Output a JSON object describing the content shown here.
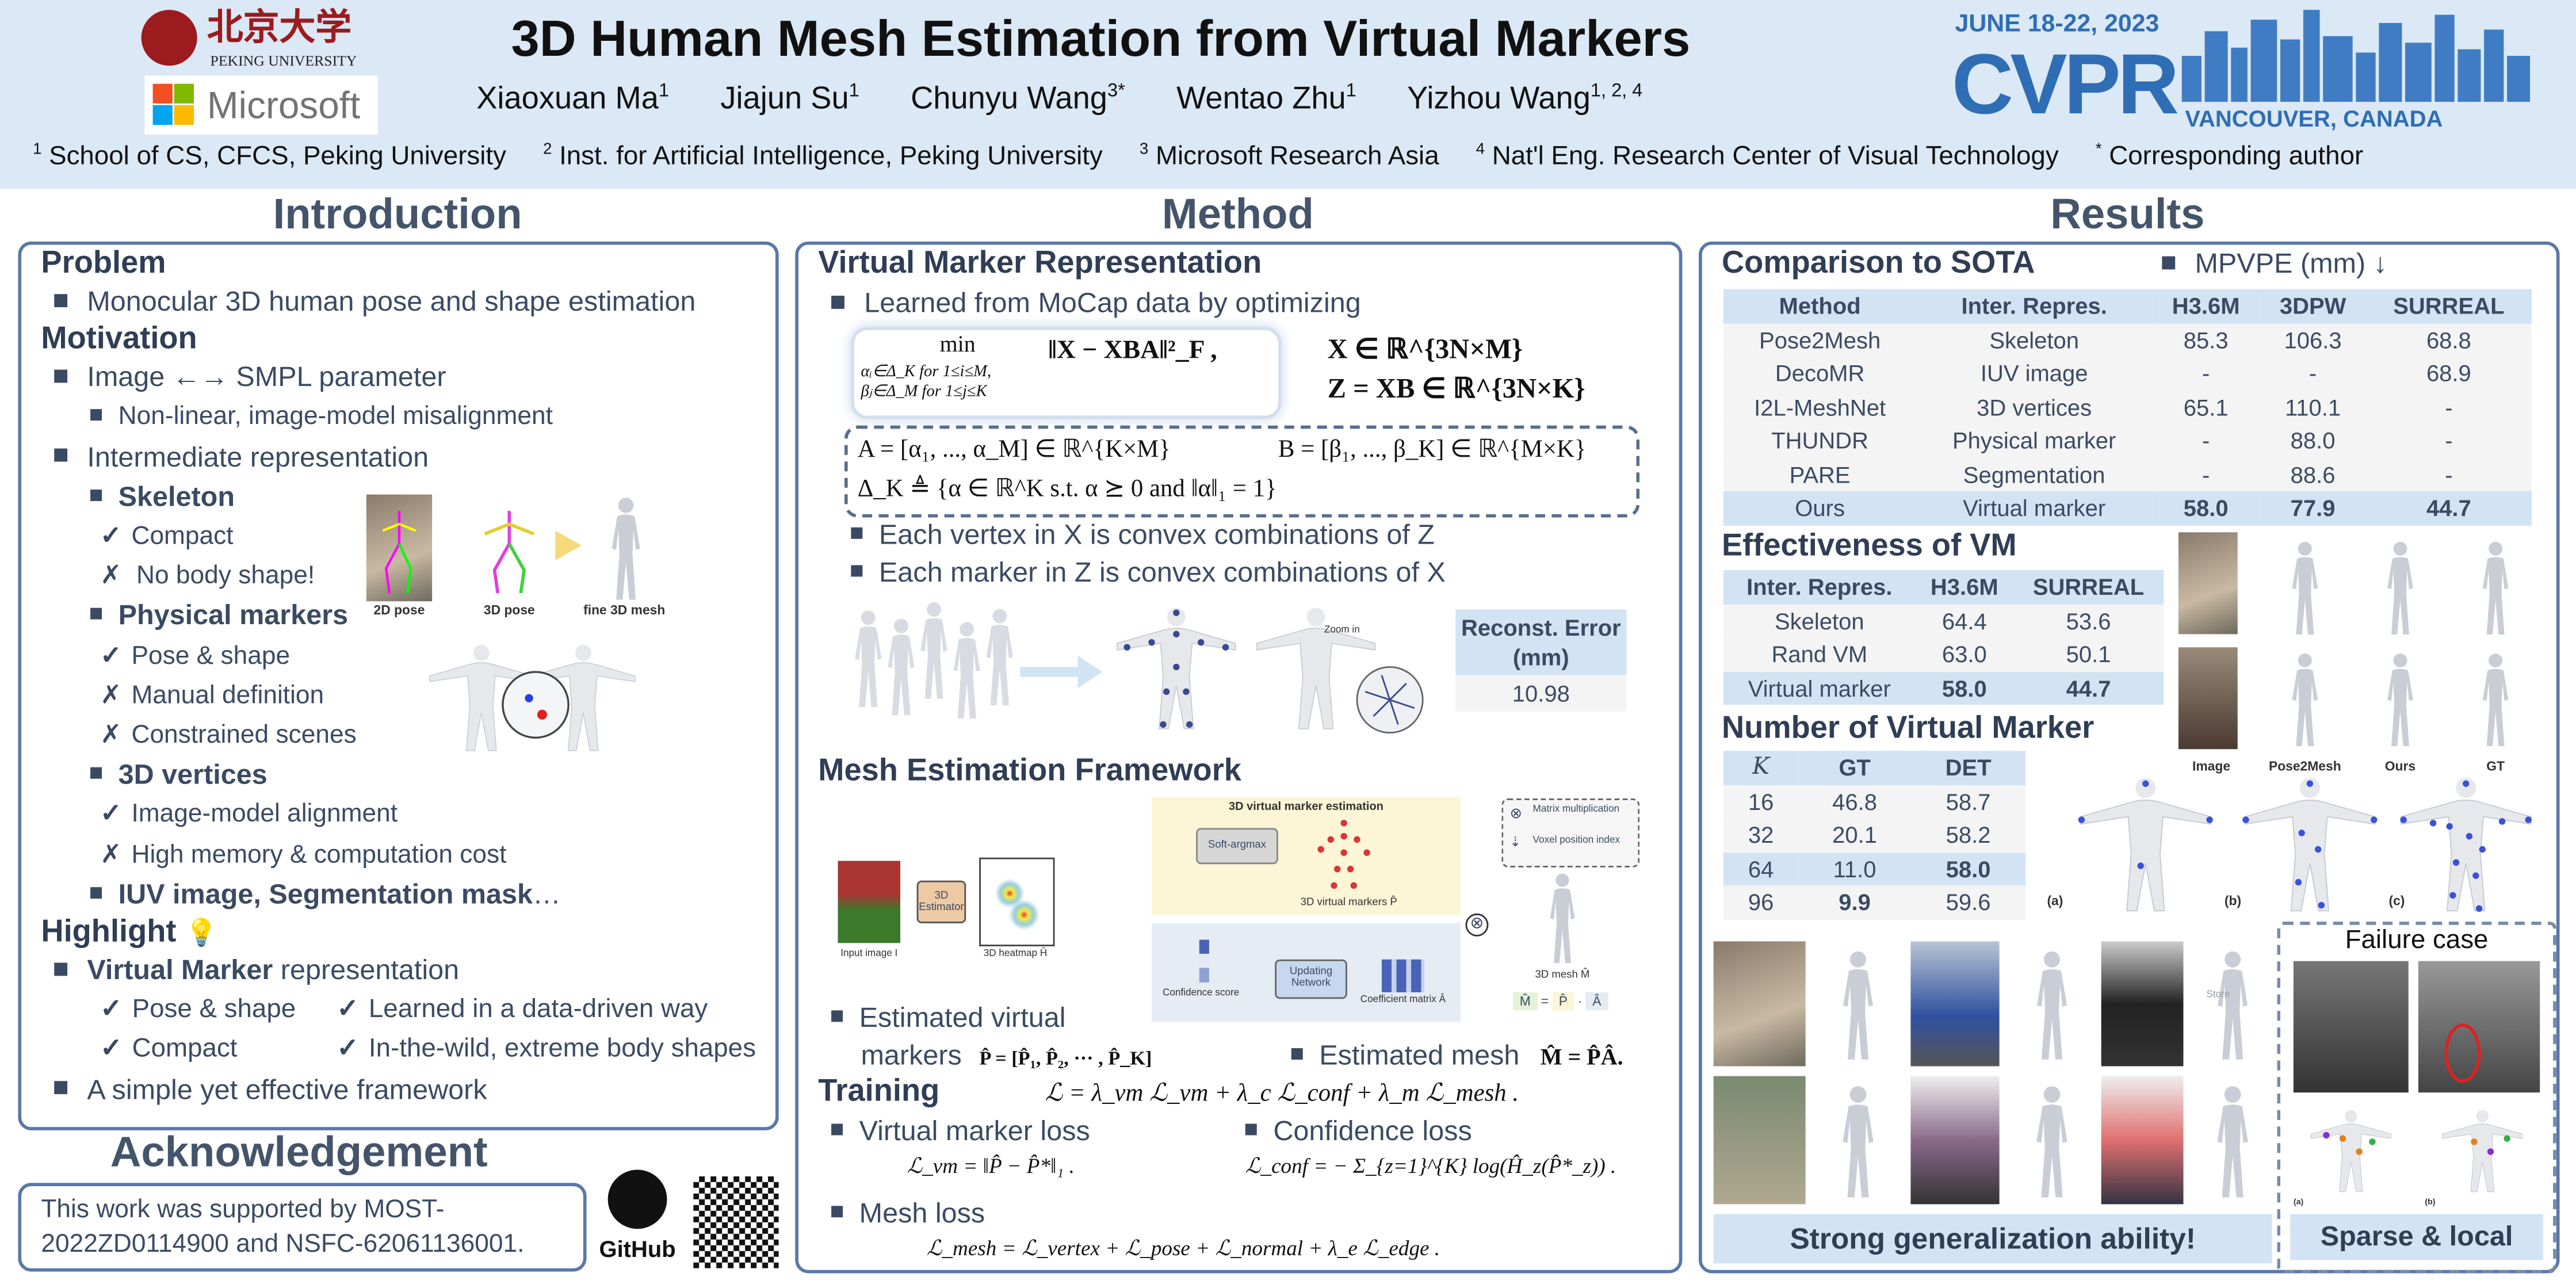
{
  "header": {
    "title": "3D Human Mesh Estimation from Virtual Markers",
    "authors": [
      {
        "name": "Xiaoxuan Ma",
        "sup": "1"
      },
      {
        "name": "Jiajun Su",
        "sup": "1"
      },
      {
        "name": "Chunyu Wang",
        "sup": "3*"
      },
      {
        "name": "Wentao Zhu",
        "sup": "1"
      },
      {
        "name": "Yizhou Wang",
        "sup": "1, 2, 4"
      }
    ],
    "affiliations": [
      {
        "sup": "1",
        "text": "School of CS, CFCS, Peking University"
      },
      {
        "sup": "2",
        "text": "Inst. for Artificial Intelligence, Peking University"
      },
      {
        "sup": "3",
        "text": "Microsoft Research Asia"
      },
      {
        "sup": "4",
        "text": "Nat'l Eng. Research Center of Visual Technology"
      },
      {
        "sup": "*",
        "text": "Corresponding author"
      }
    ],
    "pku_logo": {
      "cn": "北京大学",
      "en": "PEKING UNIVERSITY"
    },
    "microsoft_logo": "Microsoft",
    "cvpr_logo": {
      "date": "JUNE 18-22, 2023",
      "name": "CVPR",
      "place": "VANCOUVER, CANADA"
    }
  },
  "intro": {
    "heading": "Introduction",
    "problem": "Problem",
    "problem_item": "Monocular 3D human pose and shape estimation",
    "motivation": "Motivation",
    "image_smpl": "Image ←→ SMPL parameter",
    "nonlinear": "Non-linear, image-model misalignment",
    "intermediate": "Intermediate representation",
    "skeleton": "Skeleton",
    "skeleton_pro": "Compact",
    "skeleton_con": "No body shape!",
    "physical": "Physical markers",
    "physical_pro": "Pose & shape",
    "physical_con1": "Manual definition",
    "physical_con2": "Constrained scenes",
    "vertices": "3D vertices",
    "vertices_pro": "Image-model alignment",
    "vertices_con": "High memory & computation cost",
    "iuv": "IUV image",
    "iuv_sep": ", ",
    "seg": "Segmentation mask",
    "iuv_tail": "…",
    "highlight": "Highlight",
    "vm_bold": "Virtual Marker",
    "vm_rest": " representation",
    "hl1": "Pose & shape",
    "hl2": "Learned in a data-driven way",
    "hl3": "Compact",
    "hl4": "In-the-wild, extreme body shapes",
    "framework": "A simple yet effective framework",
    "check": "✓",
    "cross": "✗",
    "fig_labels": [
      "2D pose",
      "3D pose",
      "fine 3D mesh"
    ]
  },
  "ack": {
    "heading": "Acknowledgement",
    "text": "This work was supported by MOST-2022ZD0114900 and NSFC-62061136001.",
    "github": "GitHub"
  },
  "method": {
    "heading": "Method",
    "vmr": "Virtual Marker Representation",
    "learned": "Learned from MoCap data by optimizing",
    "opt_min": "min",
    "opt_sub1": "αᵢ∈Δ_K for 1≤i≤M,",
    "opt_sub2": "βⱼ∈Δ_M for 1≤j≤K",
    "opt_obj": "‖X − XBA‖²_F ,",
    "x_def": "X ∈ ℝ^{3N×M}",
    "z_def": "Z = XB ∈ ℝ^{3N×K}",
    "a_def": "A = [α₁, ..., α_M] ∈ ℝ^{K×M}",
    "b_def": "B = [β₁, ..., β_K] ∈ ℝ^{M×K}",
    "delta_def": "Δ_K ≜ {α ∈ ℝ^K s.t. α ⪰ 0 and ‖α‖₁ = 1}",
    "each_vertex": "Each vertex in X is convex combinations of Z",
    "each_marker": "Each marker in Z is convex combinations of X",
    "zoom_in": "Zoom in",
    "reconst_header": "Reconst. Error (mm)",
    "reconst_value": "10.98",
    "mef": "Mesh Estimation Framework",
    "fw": {
      "vm_est": "3D virtual marker estimation",
      "soft_argmax": "Soft-argmax",
      "vm_label": "3D virtual markers P̂",
      "estimator": "3D Estimator",
      "input": "Input image I",
      "heatmap": "3D heatmap Ĥ",
      "updating": "Updating Network",
      "confidence": "Confidence score",
      "coef": "Coefficient matrix Â",
      "mesh": "3D mesh M̂",
      "legend_mm": "Matrix multiplication",
      "legend_voxel": "Voxel position index",
      "eq_m": "M̂",
      "eq_eq": "=",
      "eq_p": "P̂",
      "eq_dot": "·",
      "eq_a": "Â"
    },
    "est_vm": "Estimated virtual",
    "est_vm2": "markers",
    "est_vm_formula": "P̂ = [P̂₁, P̂₂, ··· , P̂_K]",
    "est_mesh": "Estimated mesh",
    "est_mesh_formula": "M̂ = P̂Â.",
    "training": "Training",
    "total_loss": "ℒ = λ_vm ℒ_vm + λ_c ℒ_conf + λ_m ℒ_mesh .",
    "vm_loss": "Virtual marker loss",
    "vm_loss_formula": "ℒ_vm = ‖P̂ − P̂*‖₁ .",
    "conf_loss": "Confidence loss",
    "conf_loss_formula": "ℒ_conf = − Σ_{z=1}^{K} log(Ĥ_z(P̂*_z)) .",
    "mesh_loss": "Mesh loss",
    "mesh_loss_formula": "ℒ_mesh = ℒ_vertex + ℒ_pose + ℒ_normal + λ_e ℒ_edge ."
  },
  "results": {
    "heading": "Results",
    "sota": "Comparison to SOTA",
    "metric": "MPVPE (mm) ↓",
    "sota_table": {
      "headers": [
        "Method",
        "Inter. Repres.",
        "H3.6M",
        "3DPW",
        "SURREAL"
      ],
      "rows": [
        [
          "Pose2Mesh",
          "Skeleton",
          "85.3",
          "106.3",
          "68.8"
        ],
        [
          "DecoMR",
          "IUV image",
          "-",
          "-",
          "68.9"
        ],
        [
          "I2L-MeshNet",
          "3D vertices",
          "65.1",
          "110.1",
          "-"
        ],
        [
          "THUNDR",
          "Physical marker",
          "-",
          "88.0",
          "-"
        ],
        [
          "PARE",
          "Segmentation",
          "-",
          "88.6",
          "-"
        ],
        [
          "Ours",
          "Virtual marker",
          "58.0",
          "77.9",
          "44.7"
        ]
      ]
    },
    "eff": "Effectiveness of VM",
    "eff_table": {
      "headers": [
        "Inter. Repres.",
        "H3.6M",
        "SURREAL"
      ],
      "rows": [
        [
          "Skeleton",
          "64.4",
          "53.6"
        ],
        [
          "Rand VM",
          "63.0",
          "50.1"
        ],
        [
          "Virtual marker",
          "58.0",
          "44.7"
        ]
      ]
    },
    "eff_fig_labels": [
      "Image",
      "Pose2Mesh",
      "Ours",
      "GT"
    ],
    "num": "Number of Virtual Marker",
    "num_table": {
      "headers": [
        "K",
        "GT",
        "DET"
      ],
      "rows": [
        [
          "16",
          "46.8",
          "58.7"
        ],
        [
          "32",
          "20.1",
          "58.2"
        ],
        [
          "64",
          "11.0",
          "58.0"
        ],
        [
          "96",
          "9.9",
          "59.6"
        ]
      ]
    },
    "num_fig_labels": [
      "(a)",
      "(b)",
      "(c)"
    ],
    "generalization": "Strong generalization ability!",
    "failure": "Failure case",
    "failure_labels": [
      "(a)",
      "(b)"
    ],
    "sparse": "Sparse & local",
    "store_label": "Store"
  },
  "colors": {
    "header_bg": "#dbe8f5",
    "heading": "#44546a",
    "box_border": "#5a78a8",
    "table_header": "#d2e3f4",
    "cvpr_blue": "#2f6db5",
    "pku_red": "#9b1b1e"
  }
}
